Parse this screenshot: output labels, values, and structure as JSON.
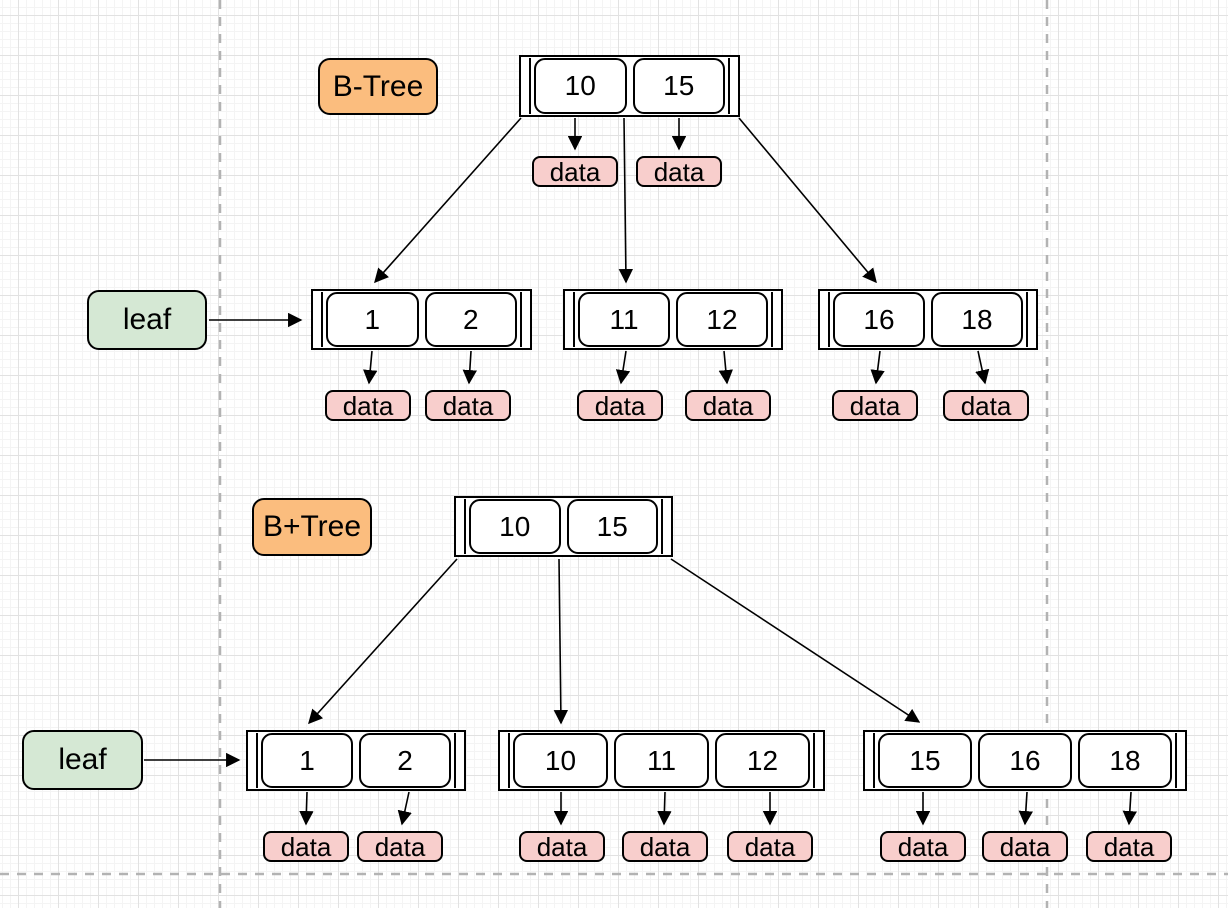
{
  "btree": {
    "label": "B-Tree",
    "leaf_label": "leaf",
    "data_label": "data",
    "root": {
      "keys": [
        "10",
        "15"
      ]
    },
    "leaves": [
      {
        "keys": [
          "1",
          "2"
        ]
      },
      {
        "keys": [
          "11",
          "12"
        ]
      },
      {
        "keys": [
          "16",
          "18"
        ]
      }
    ]
  },
  "bplus": {
    "label": "B+Tree",
    "leaf_label": "leaf",
    "data_label": "data",
    "root": {
      "keys": [
        "10",
        "15"
      ]
    },
    "leaves": [
      {
        "keys": [
          "1",
          "2"
        ]
      },
      {
        "keys": [
          "10",
          "11",
          "12"
        ]
      },
      {
        "keys": [
          "15",
          "16",
          "18"
        ]
      }
    ]
  },
  "colors": {
    "title_fill": "#fbbd7e",
    "leaf_fill": "#d5e8d4",
    "data_fill": "#f8cecc",
    "stroke": "#000000",
    "guide": "#b3b3b3"
  }
}
